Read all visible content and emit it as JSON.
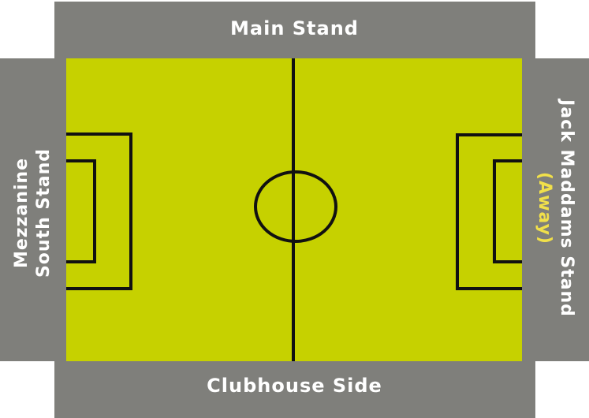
{
  "stands": {
    "top": "Main Stand",
    "bottom": "Clubhouse Side",
    "left_line1": "Mezzanine",
    "left_line2": "South Stand",
    "right_line1": "Jack Maddams Stand",
    "right_line2": "(Away)"
  },
  "colors": {
    "pitch": "#c6d100",
    "stand": "#7f7f7b",
    "lines": "#111111",
    "away_highlight": "#f1e04a"
  }
}
